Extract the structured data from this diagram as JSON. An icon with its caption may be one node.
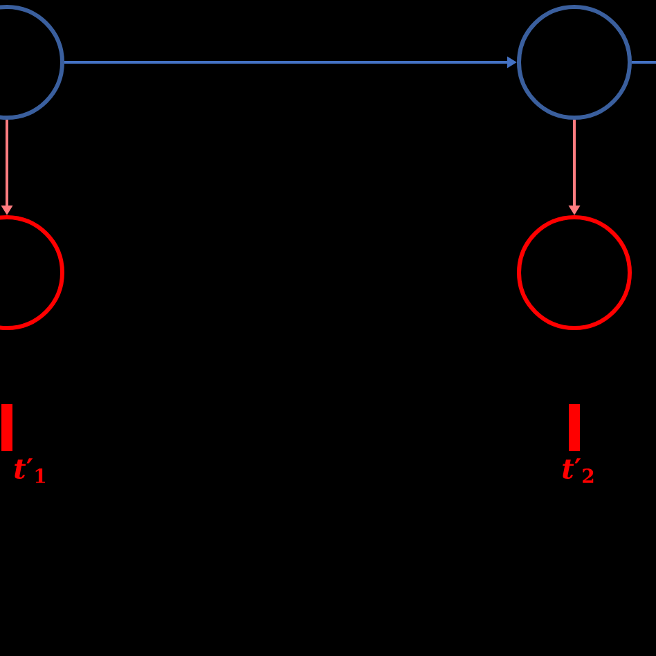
{
  "diagram": {
    "nodes": [
      {
        "text": [],
        "shape": "circle"
      },
      {
        "text": [],
        "shape": "circle"
      },
      {
        "text": [],
        "shape": "circle"
      },
      {
        "text": [],
        "shape": "circle"
      }
    ],
    "edges": [
      {
        "from": 0,
        "to": 1,
        "arrow": "to"
      },
      {
        "from": 1,
        "to": null,
        "arrow": "none"
      },
      {
        "from": 0,
        "to": 2,
        "arrow": "to",
        "color": "#ff7c80"
      },
      {
        "from": 1,
        "to": 3,
        "arrow": "to",
        "color": "#ff7c80"
      }
    ],
    "labels": [
      "*t*′$_{1}$",
      "*t*′$_{2}$"
    ]
  }
}
